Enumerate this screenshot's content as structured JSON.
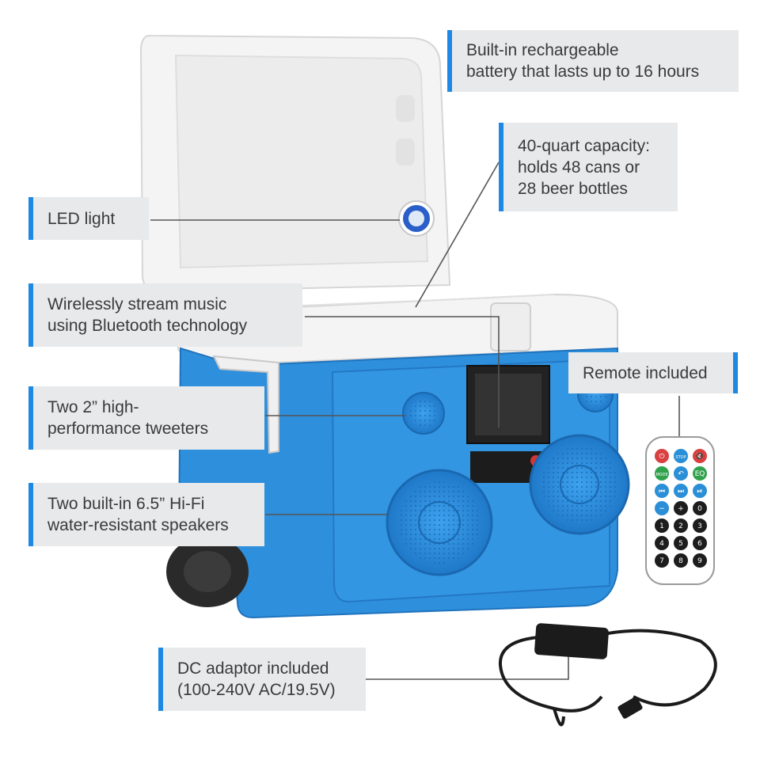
{
  "callouts": {
    "battery": {
      "lines": [
        "Built-in rechargeable",
        "battery that lasts up to 16 hours"
      ]
    },
    "capacity": {
      "lines": [
        "40-quart capacity:",
        "holds 48 cans or",
        "28 beer bottles"
      ]
    },
    "led": {
      "lines": [
        "LED light"
      ]
    },
    "bluetooth": {
      "lines": [
        "Wirelessly stream music",
        "using Bluetooth technology"
      ]
    },
    "tweeters": {
      "lines": [
        "Two 2” high-",
        "performance tweeters"
      ]
    },
    "speakers": {
      "lines": [
        "Two built-in 6.5” Hi-Fi",
        "water-resistant speakers"
      ]
    },
    "remote": {
      "lines": [
        "Remote included"
      ]
    },
    "adaptor": {
      "lines": [
        "DC adaptor included",
        "(100-240V AC/19.5V)"
      ]
    }
  },
  "remote_buttons": [
    "⏻",
    "STOP",
    "🔇",
    "MODE",
    "↶",
    "EQ",
    "⏮",
    "⏭",
    "⏯",
    "−",
    "+",
    "0",
    "1",
    "2",
    "3",
    "4",
    "5",
    "6",
    "7",
    "8",
    "9"
  ],
  "colors": {
    "accent": "#1e88e5",
    "callout_bg": "#e8e9eb",
    "cooler_blue": "#2e8fdc",
    "lid_white": "#f4f4f4"
  }
}
